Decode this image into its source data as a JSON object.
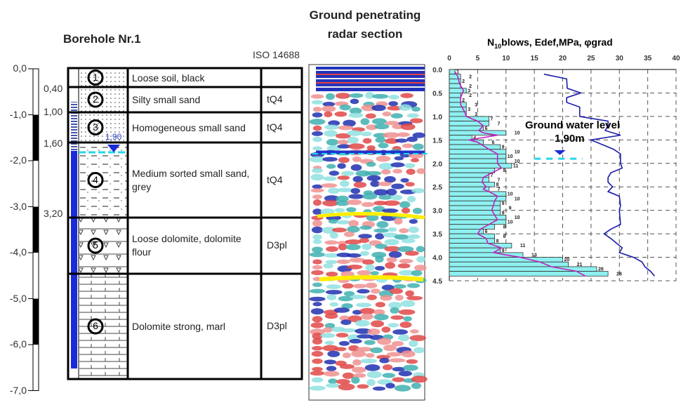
{
  "borehole": {
    "title": "Borehole Nr.1",
    "standard": "ISO 14688",
    "depth_scale": [
      "0,0",
      "-1,0",
      "-2,0",
      "-3,0",
      "-4,0",
      "-5,0",
      "-6,0",
      "-7,0"
    ],
    "layer_depths": [
      "0,40",
      "1,00",
      "1,60",
      "3,20"
    ],
    "water_mark": "1,90",
    "layers": [
      {
        "num": "1",
        "description": "Loose soil, black",
        "code": ""
      },
      {
        "num": "2",
        "description": "Silty small sand",
        "code": "tQ4"
      },
      {
        "num": "3",
        "description": "Homogeneous small sand",
        "code": "tQ4"
      },
      {
        "num": "4",
        "description": "Medium sorted small sand, grey",
        "code": "tQ4"
      },
      {
        "num": "5",
        "description": "Loose dolomite, dolomite flour",
        "code": "D3pl"
      },
      {
        "num": "6",
        "description": "Dolomite strong, marl",
        "code": "D3pl"
      }
    ]
  },
  "radar": {
    "title_line1": "Ground penetrating",
    "title_line2": "radar section",
    "reflector_color": "#ffee00"
  },
  "chart_data": {
    "type": "bar",
    "title": "N10blows, Edef,MPa, φgrad",
    "title_parts": {
      "pre": "N",
      "sub": "10",
      "post": "blows, Edef,MPa, φgrad"
    },
    "xlim": [
      0,
      40
    ],
    "x_ticks": [
      "0",
      "5",
      "10",
      "15",
      "20",
      "25",
      "30",
      "35",
      "40"
    ],
    "ylim": [
      0,
      4.5
    ],
    "y_ticks": [
      "0.0",
      "0.5",
      "1.0",
      "1.5",
      "2.0",
      "2.5",
      "3.0",
      "3.5",
      "4.0",
      "4.5"
    ],
    "grid": true,
    "bar_step_m": 0.1,
    "n10_values": [
      1,
      2,
      2,
      2,
      3,
      2,
      2,
      3,
      3,
      3,
      7,
      7,
      6,
      10,
      4,
      6,
      9,
      10,
      10,
      10,
      11,
      8,
      7,
      7,
      8,
      7,
      10,
      10,
      9,
      9,
      9,
      10,
      10,
      8,
      6,
      8,
      8,
      11,
      9,
      13,
      20,
      21,
      26,
      28
    ],
    "edef_line": [
      [
        0.1,
        16.7
      ],
      [
        0.2,
        20.7
      ],
      [
        0.4,
        20.8
      ],
      [
        0.5,
        23.2
      ],
      [
        0.6,
        20.7
      ],
      [
        0.7,
        20.7
      ],
      [
        0.8,
        23
      ],
      [
        1.0,
        23
      ],
      [
        1.1,
        28
      ],
      [
        1.2,
        28
      ],
      [
        1.3,
        27.5
      ],
      [
        1.4,
        30.2
      ],
      [
        1.5,
        25
      ],
      [
        1.7,
        29
      ],
      [
        1.8,
        30.2
      ],
      [
        2.0,
        30.2
      ],
      [
        2.1,
        30.5
      ],
      [
        2.2,
        28.5
      ],
      [
        2.3,
        28
      ],
      [
        2.4,
        28
      ],
      [
        2.5,
        28.8
      ],
      [
        2.6,
        28
      ],
      [
        2.7,
        30
      ],
      [
        2.9,
        30.2
      ],
      [
        3.0,
        30
      ],
      [
        3.3,
        30.2
      ],
      [
        3.4,
        28.5
      ],
      [
        3.5,
        27.3
      ],
      [
        3.6,
        28.5
      ],
      [
        3.7,
        29.5
      ],
      [
        3.8,
        30.5
      ],
      [
        3.9,
        30
      ],
      [
        4.0,
        32.5
      ],
      [
        4.1,
        34
      ],
      [
        4.2,
        34.5
      ],
      [
        4.3,
        35.5
      ],
      [
        4.4,
        36.2
      ]
    ],
    "phi_line": [
      [
        0.05,
        1
      ],
      [
        0.15,
        1.5
      ],
      [
        0.3,
        1.8
      ],
      [
        0.45,
        2.5
      ],
      [
        0.6,
        2
      ],
      [
        0.75,
        2
      ],
      [
        0.9,
        2.7
      ],
      [
        1.0,
        3
      ],
      [
        1.1,
        5
      ],
      [
        1.2,
        6
      ],
      [
        1.3,
        5.2
      ],
      [
        1.35,
        6
      ],
      [
        1.4,
        8.5
      ],
      [
        1.5,
        3.5
      ],
      [
        1.55,
        5
      ],
      [
        1.7,
        7
      ],
      [
        1.8,
        8.5
      ],
      [
        2.0,
        8.5
      ],
      [
        2.1,
        9.2
      ],
      [
        2.2,
        7.5
      ],
      [
        2.3,
        6
      ],
      [
        2.4,
        5.8
      ],
      [
        2.5,
        6.5
      ],
      [
        2.55,
        6
      ],
      [
        2.6,
        7
      ],
      [
        2.7,
        8.5
      ],
      [
        2.8,
        8
      ],
      [
        3.0,
        7.5
      ],
      [
        3.2,
        8.5
      ],
      [
        3.4,
        5.5
      ],
      [
        3.5,
        5
      ],
      [
        3.6,
        6.5
      ],
      [
        3.7,
        6.8
      ],
      [
        3.8,
        9.2
      ],
      [
        3.9,
        7.8
      ],
      [
        3.95,
        10
      ],
      [
        4.0,
        12.5
      ],
      [
        4.1,
        16
      ],
      [
        4.2,
        18
      ],
      [
        4.3,
        22.5
      ],
      [
        4.4,
        24
      ]
    ],
    "annotation": "Ground water level",
    "annotation_value": "1,90m",
    "water_level_m": 1.9,
    "colors": {
      "bars": "#8ff0f0",
      "edef": "#1a1aa8",
      "phi": "#c020c0",
      "water": "#22d8e8"
    }
  }
}
